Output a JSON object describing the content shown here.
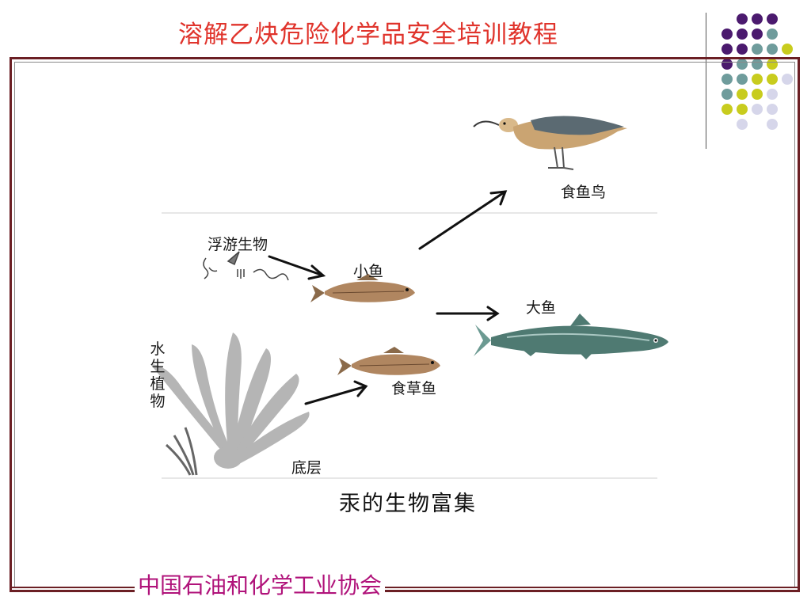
{
  "slide": {
    "title": "溶解乙炔危险化学品安全培训教程",
    "footer": "中国石油和化学工业协会"
  },
  "diagram": {
    "caption": "汞的生物富集",
    "labels": {
      "bird": "食鱼鸟",
      "plankton": "浮游生物",
      "small_fish": "小鱼",
      "big_fish": "大鱼",
      "water_plants": "水生植物",
      "herbivore_fish": "食草鱼",
      "bottom": "底层"
    }
  },
  "colors": {
    "title": "#e0342c",
    "footer": "#b0127a",
    "frame": "#6b1f24",
    "dot_purple": "#4b1a6e",
    "dot_teal": "#6f9c9c",
    "dot_yellow": "#c8cc1e",
    "dot_lavender": "#d6d6ea"
  }
}
